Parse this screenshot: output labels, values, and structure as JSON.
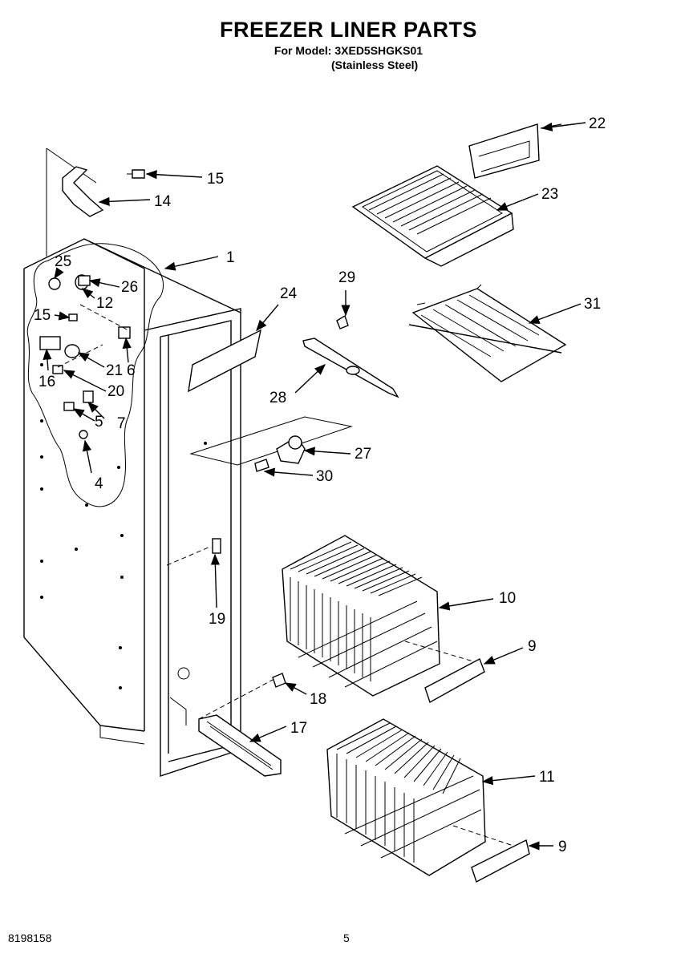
{
  "header": {
    "title": "FREEZER LINER PARTS",
    "model_line": "For Model: 3XED5SHGKS01",
    "finish_line": "(Stainless Steel)"
  },
  "footer": {
    "doc_number": "8198158",
    "page_number": "5"
  },
  "callouts": [
    "1",
    "4",
    "5",
    "6",
    "7",
    "9",
    "9",
    "10",
    "11",
    "12",
    "14",
    "15",
    "15",
    "16",
    "17",
    "18",
    "19",
    "20",
    "21",
    "22",
    "23",
    "24",
    "25",
    "26",
    "27",
    "28",
    "29",
    "30",
    "31"
  ]
}
